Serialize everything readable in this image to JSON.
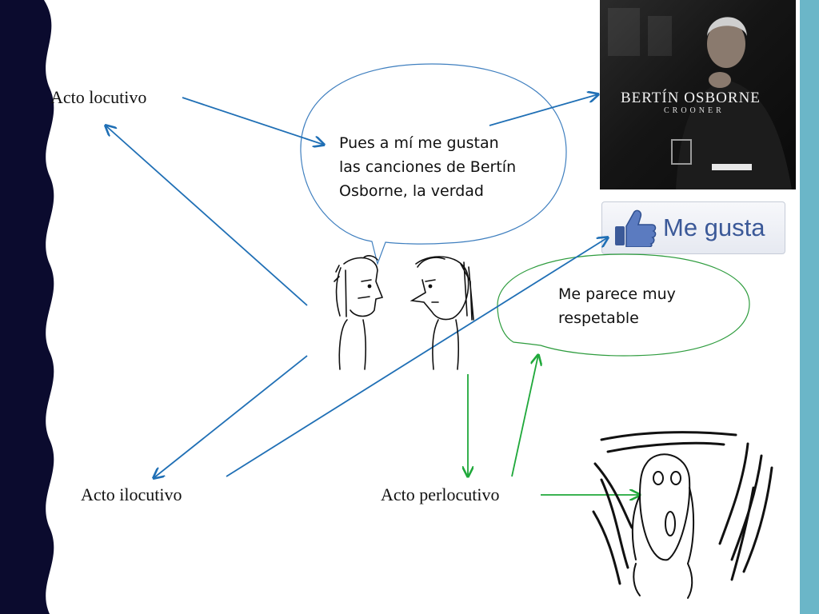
{
  "labels": {
    "locutivo": "Acto locutivo",
    "ilocutivo": "Acto ilocutivo",
    "perlocutivo": "Acto perlocutivo"
  },
  "bubble_speaker": {
    "lines": [
      "Pues a mí me gustan",
      "las canciones de Bertín",
      "Osborne, la verdad"
    ]
  },
  "bubble_listener": {
    "lines": [
      "Me parece muy",
      "respetable"
    ]
  },
  "album": {
    "artist": "BERTÍN OSBORNE",
    "title": "CROONER"
  },
  "like_button": {
    "label": "Me gusta"
  },
  "colors": {
    "left_band": "#0b0b2e",
    "right_band": "#6bb6c8",
    "blue_arrow": "#1f6fb5",
    "green_arrow": "#1fa83a",
    "speaker_bubble": "#3f7fbf",
    "listener_bubble": "#2e9c3e",
    "facebook_blue": "#3b5998"
  },
  "icons": [
    "thumbs-up-icon",
    "scream-drawing",
    "two-people-sketch"
  ]
}
